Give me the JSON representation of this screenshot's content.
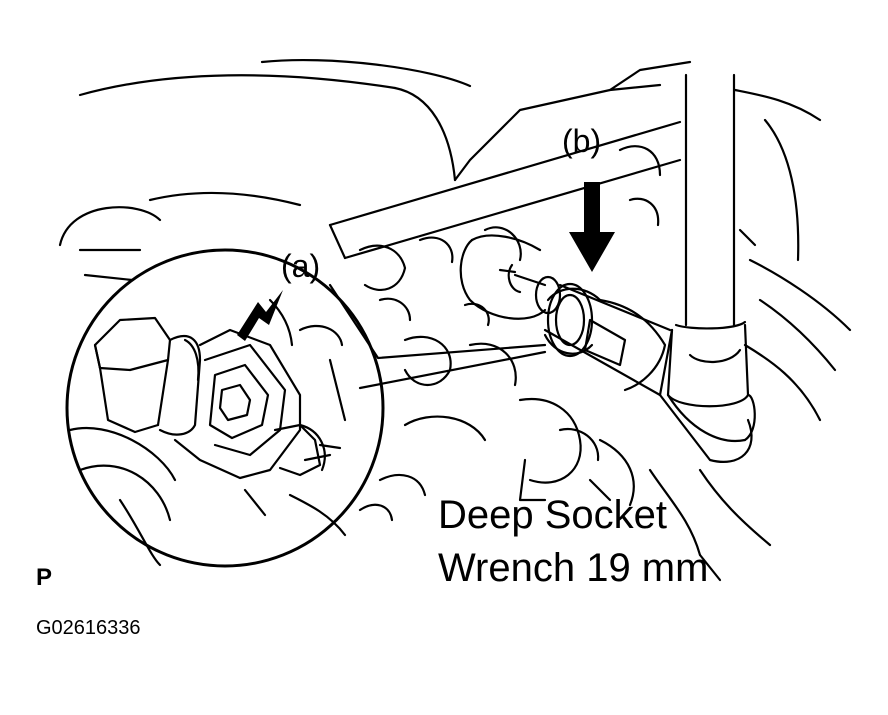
{
  "figure": {
    "callout_a": "(a)",
    "callout_b": "(b)",
    "tool_caption_line1": "Deep Socket",
    "tool_caption_line2": "Wrench 19 mm",
    "view_letter": "P",
    "figure_id": "G02616336"
  },
  "colors": {
    "ink": "#000000",
    "paper": "#ffffff"
  }
}
